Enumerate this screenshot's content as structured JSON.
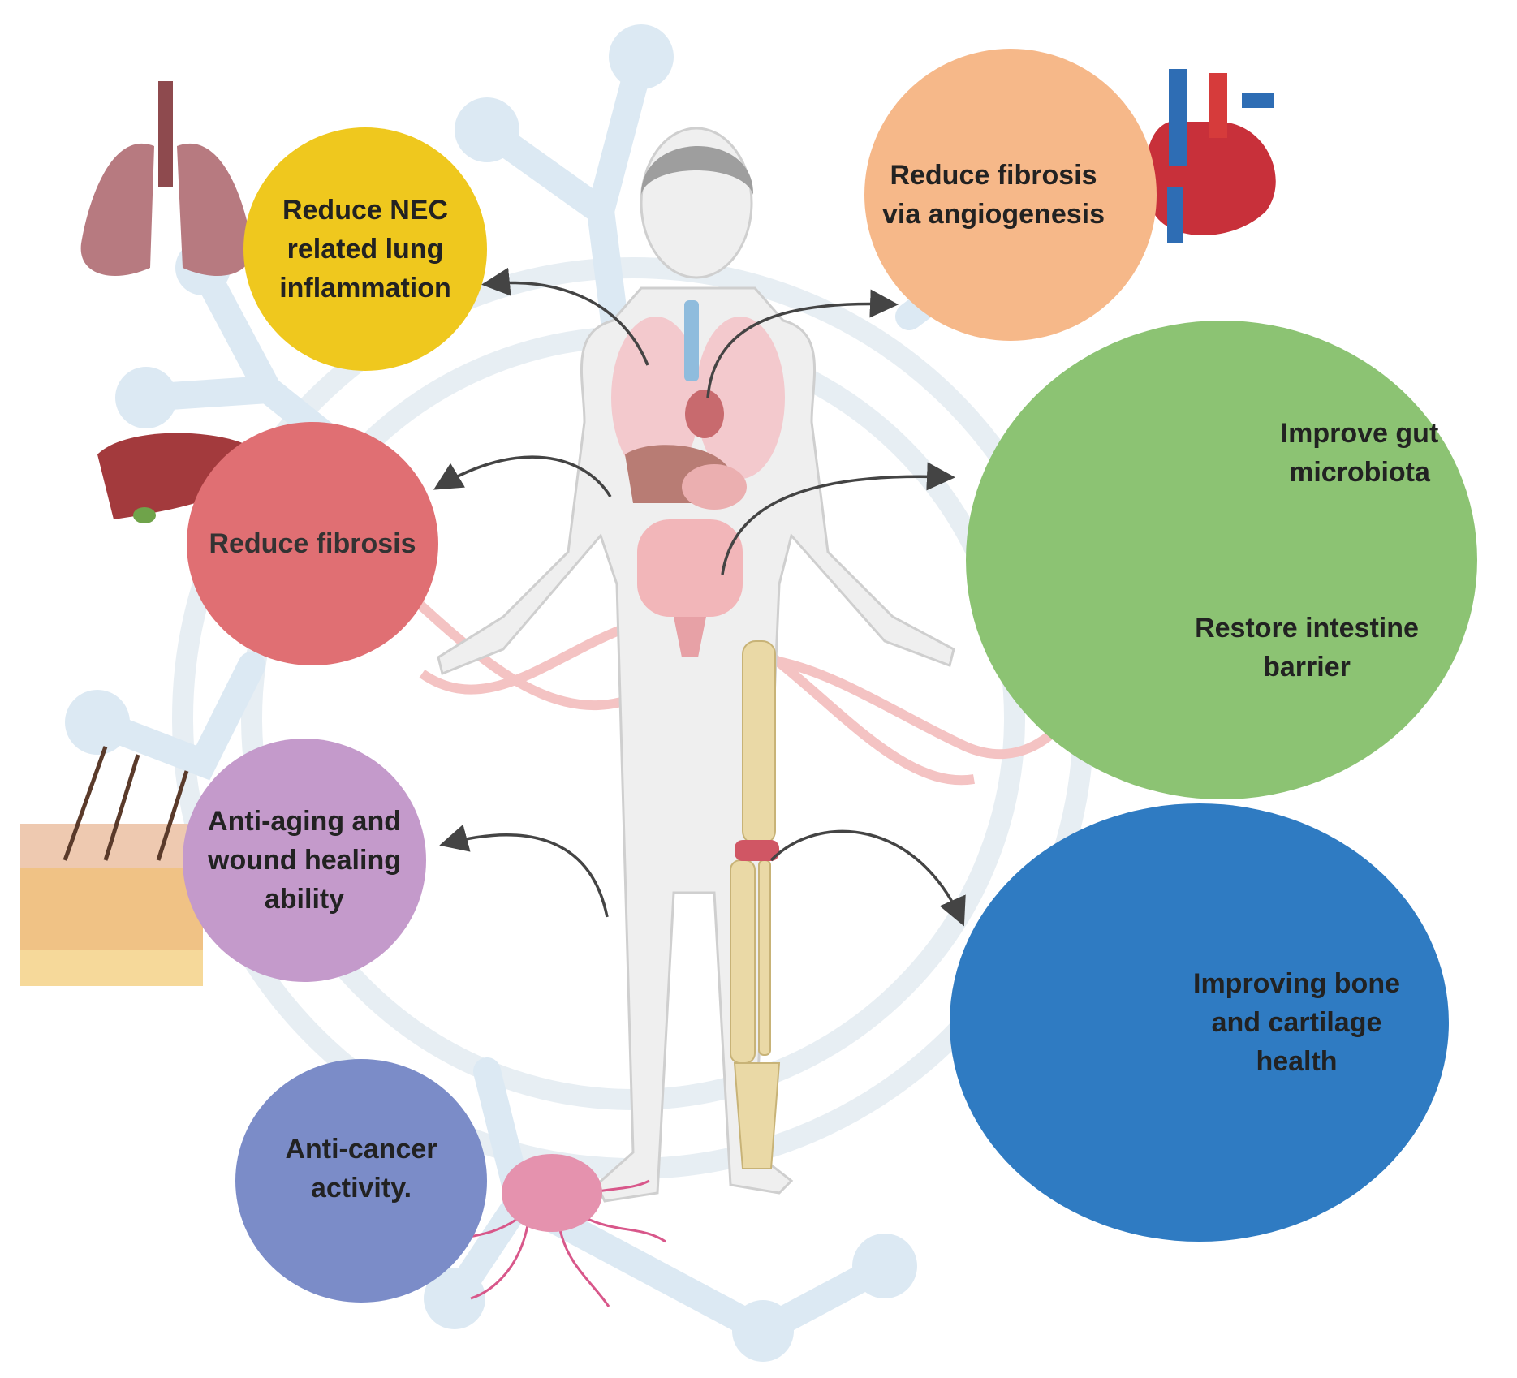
{
  "labels": {
    "lung": "Reduce NEC related lung inflammation",
    "heart": "Reduce fibrosis via angiogenesis",
    "liver": "Reduce fibrosis",
    "gut_microbiota": "Improve gut microbiota",
    "intestine": "Restore intestine barrier",
    "skin": "Anti-aging and wound healing ability",
    "bone": "Improving bone and cartilage health",
    "cancer": "Anti-cancer activity."
  },
  "colors": {
    "lung": "#EFC81E",
    "heart": "#F6B889",
    "liver": "#E06F73",
    "gut": "#8CC373",
    "skin": "#C49ACB",
    "bone": "#2F7BC2",
    "cancer": "#7B8CC8",
    "arrow": "#444444",
    "background_motif": "#D6E6F2",
    "dna": "#F1B6B6",
    "body": "#EEEEEE"
  }
}
